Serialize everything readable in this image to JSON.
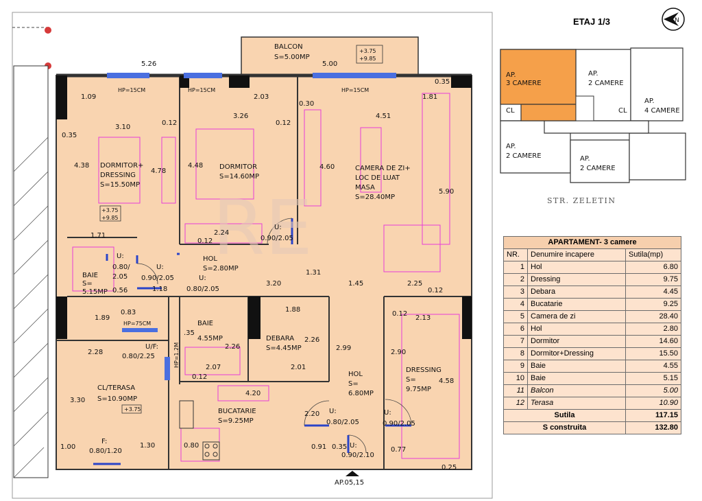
{
  "floor_label": "ETAJ 1/3",
  "street": "STR. ZELETIN",
  "plan": {
    "balcony": {
      "name": "BALCON",
      "area": "S=5.00MP",
      "level1": "+3.75",
      "level2": "+9.85"
    },
    "rooms": {
      "bedroom_dressing": {
        "line1": "DORMITOR+",
        "line2": "DRESSING",
        "area": "S=15.50MP",
        "level1": "+3.75",
        "level2": "+9.85"
      },
      "bedroom": {
        "line1": "DORMITOR",
        "area": "S=14.60MP"
      },
      "living": {
        "line1": "CAMERA DE ZI+",
        "line2": "LOC DE LUAT",
        "line3": "MASA",
        "area": "S=28.40MP"
      },
      "hall_small": {
        "line1": "HOL",
        "area": "S=2.80MP"
      },
      "bath1": {
        "line1": "BAIE",
        "area": "S=",
        "area2": "5.15MP"
      },
      "bath2": {
        "line1": "BAIE",
        "area": "4.55MP"
      },
      "storage": {
        "line1": "DEBARA",
        "area": "S=4.45MP"
      },
      "hall_big": {
        "line1": "HOL",
        "area": "S=",
        "area2": "6.80MP"
      },
      "dressing": {
        "line1": "DRESSING",
        "area": "S=",
        "area2": "9.75MP"
      },
      "terrace": {
        "line1": "CL/TERASA",
        "area": "S=10.90MP",
        "level": "+3.75"
      },
      "kitchen": {
        "line1": "BUCATARIE",
        "area": "S=9.25MP"
      }
    },
    "windows": [
      "HP=15CM",
      "HP=15CM",
      "HP=15CM",
      "HP=75CM",
      "HP=1.2M"
    ],
    "doors": [
      "U:",
      "0.90/2.05",
      "U:",
      "0.80/",
      "2.05",
      "U:",
      "0.90/2.05",
      "U:",
      "0.80/2.05",
      "U/F:",
      "0.80/2.25",
      "F:",
      "0.80/1.20",
      "U:",
      "0.80/2.05",
      "U:",
      "0.90/2.05",
      "U:",
      "0.90/2.10"
    ],
    "entrance": "AP.05,15",
    "dims": [
      "5.26",
      "5.00",
      "0.35",
      "1.09",
      "2.03",
      "1.81",
      "0.30",
      "3.10",
      "0.12",
      "3.26",
      "0.12",
      "4.51",
      "0.35",
      "4.38",
      "4.78",
      "4.48",
      "4.60",
      "5.90",
      "1.71",
      "2.24",
      "0.12",
      "0.56",
      "1.18",
      "3.20",
      "1.31",
      "1.45",
      "2.25",
      "0.12",
      "1.89",
      "0.83",
      "1.88",
      "0.12",
      "2.13",
      ".35",
      "2.26",
      "2.26",
      "2.99",
      "2.90",
      "4.58",
      "2.28",
      "2.07",
      "2.01",
      "0.12",
      "3.30",
      "4.20",
      "2.20",
      "1.00",
      "1.30",
      "0.80",
      "0.91",
      "0.35",
      "0.77",
      "0.25"
    ]
  },
  "key_plan": {
    "units": [
      {
        "l1": "AP.",
        "l2": "3 CAMERE"
      },
      {
        "l1": "AP.",
        "l2": "2 CAMERE"
      },
      {
        "l1": "AP.",
        "l2": "4 CAMERE"
      },
      {
        "l1": "AP.",
        "l2": "2 CAMERE"
      },
      {
        "l1": "AP.",
        "l2": "2 CAMERE"
      }
    ],
    "cl1": "CL",
    "cl2": "CL",
    "highlight": "#f5a04a"
  },
  "table": {
    "title": "APARTAMENT- 3 camere",
    "col_nr": "NR.",
    "col_name": "Denumire incapere",
    "col_area": "Sutila(mp)",
    "rows": [
      {
        "nr": "1",
        "name": "Hol",
        "area": "6.80"
      },
      {
        "nr": "2",
        "name": "Dressing",
        "area": "9.75"
      },
      {
        "nr": "3",
        "name": "Debara",
        "area": "4.45"
      },
      {
        "nr": "4",
        "name": "Bucatarie",
        "area": "9.25"
      },
      {
        "nr": "5",
        "name": "Camera de zi",
        "area": "28.40"
      },
      {
        "nr": "6",
        "name": "Hol",
        "area": "2.80"
      },
      {
        "nr": "7",
        "name": "Dormitor",
        "area": "14.60"
      },
      {
        "nr": "8",
        "name": "Dormitor+Dressing",
        "area": "15.50"
      },
      {
        "nr": "9",
        "name": "Baie",
        "area": "4.55"
      },
      {
        "nr": "10",
        "name": "Baie",
        "area": "5.15"
      },
      {
        "nr": "11",
        "name": "Balcon",
        "area": "5.00"
      },
      {
        "nr": "12",
        "name": "Terasa",
        "area": "10.90"
      }
    ],
    "sutila_label": "Sutila",
    "sutila_value": "117.15",
    "sconstr_label": "S construita",
    "sconstr_value": "132.80"
  },
  "colors": {
    "floor": "#f9d4b0",
    "accent": "#f5a04a",
    "furniture": "#e83cd8",
    "window": "#4a6fe0"
  }
}
